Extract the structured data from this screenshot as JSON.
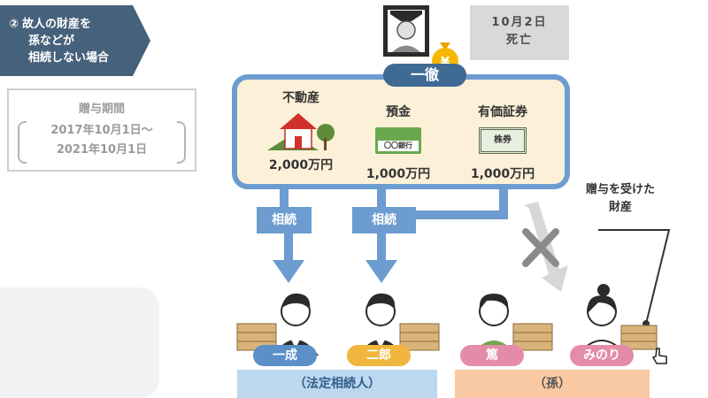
{
  "tag": {
    "number": "②",
    "line1": "故人の財産を",
    "line2": "孫などが",
    "line3": "相続しない場合"
  },
  "period": {
    "title": "贈与期間",
    "start": "2017年10月1日〜",
    "end": "2021年10月1日"
  },
  "deceased": {
    "date": "10月2日",
    "status": "死亡",
    "name": "一徹"
  },
  "assets": [
    {
      "label": "不動産",
      "amount": "2,000万円",
      "icon": "house-icon"
    },
    {
      "label": "預金",
      "amount": "1,000万円",
      "icon": "bankbook-icon",
      "icon_text": "〇〇銀行"
    },
    {
      "label": "有価証券",
      "amount": "1,000万円",
      "icon": "stock-certificate-icon",
      "icon_text": "株券"
    }
  ],
  "arrows": {
    "inherit1": "相続",
    "inherit2": "相続"
  },
  "gift_note": {
    "line1": "贈与を受けた",
    "line2": "財産"
  },
  "heirs": [
    {
      "name": "一成",
      "color": "#5b8fc8"
    },
    {
      "name": "二郎",
      "color": "#f0b63d"
    },
    {
      "name": "篤",
      "color": "#e48ca7"
    },
    {
      "name": "みのり",
      "color": "#e48ca7"
    }
  ],
  "groups": {
    "legal": "（法定相続人）",
    "grandchildren": "（孫）"
  },
  "colors": {
    "navy": "#46617b",
    "blue": "#6c9cd0",
    "cream": "#fcf1d8",
    "legal_bar": "#bcd7ee",
    "grand_bar": "#f8c9a2"
  }
}
